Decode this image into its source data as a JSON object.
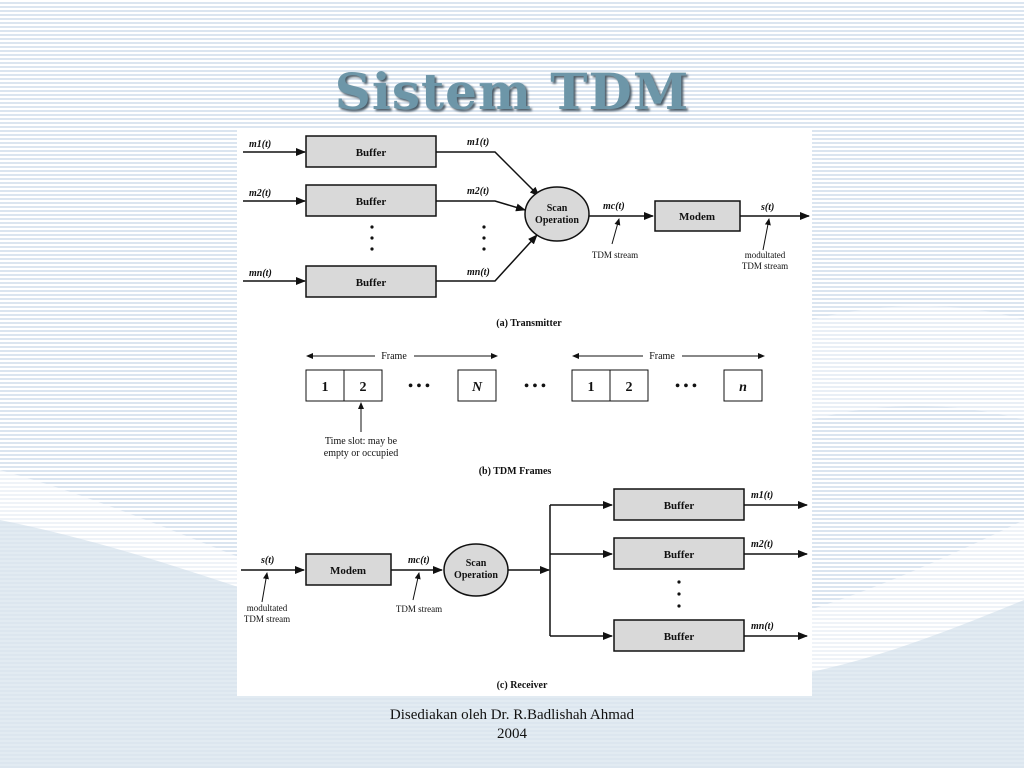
{
  "slide": {
    "title": "Sistem TDM",
    "footer_line1": "Disediakan oleh Dr. R.Badlishah Ahmad",
    "footer_line2": "2004"
  },
  "transmitter": {
    "caption": "(a) Transmitter",
    "inputs": [
      "m1(t)",
      "m2(t)",
      "mn(t)"
    ],
    "outputs": [
      "m1(t)",
      "m2(t)",
      "mn(t)"
    ],
    "buffer_label": "Buffer",
    "scan_line1": "Scan",
    "scan_line2": "Operation",
    "stream_signal": "mc(t)",
    "stream_label": "TDM stream",
    "modem_label": "Modem",
    "output_signal": "s(t)",
    "modulated_line1": "modultated",
    "modulated_line2": "TDM stream"
  },
  "frames": {
    "caption": "(b) TDM Frames",
    "frame_label": "Frame",
    "slots_frame1": [
      "1",
      "2",
      "N"
    ],
    "slots_frame2": [
      "1",
      "2",
      "n"
    ],
    "ellipsis": "• • •",
    "timeslot_line1": "Time slot: may be",
    "timeslot_line2": "empty or occupied"
  },
  "receiver": {
    "caption": "(c) Receiver",
    "input_signal": "s(t)",
    "modulated_line1": "modultated",
    "modulated_line2": "TDM stream",
    "modem_label": "Modem",
    "stream_signal": "mc(t)",
    "stream_label": "TDM stream",
    "scan_line1": "Scan",
    "scan_line2": "Operation",
    "buffer_label": "Buffer",
    "outputs": [
      "m1(t)",
      "m2(t)",
      "mn(t)"
    ]
  },
  "colors": {
    "box_fill": "#d9d9d9",
    "stroke": "#111111",
    "title": "#6d96a8"
  }
}
